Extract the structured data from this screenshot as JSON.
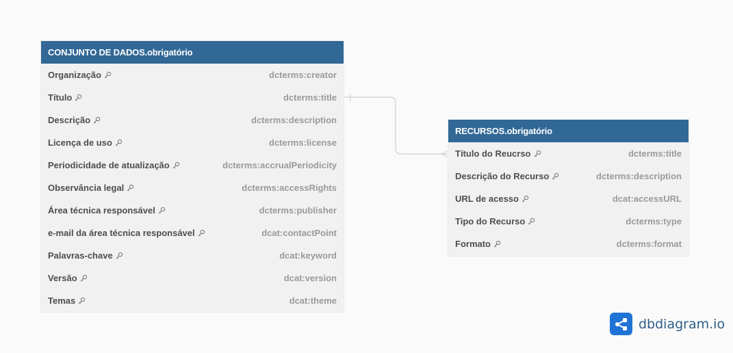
{
  "tables": [
    {
      "title": "CONJUNTO DE DADOS.obrigatório",
      "fields": [
        {
          "name": "Organização",
          "type": "dcterms:creator"
        },
        {
          "name": "Título",
          "type": "dcterms:title"
        },
        {
          "name": "Descrição",
          "type": "dcterms:description"
        },
        {
          "name": "Licença de uso",
          "type": "dcterms:license"
        },
        {
          "name": "Periodicidade de atualização",
          "type": "dcterms:accrualPeriodicity"
        },
        {
          "name": "Observância legal",
          "type": "dcterms:accessRights"
        },
        {
          "name": "Área técnica responsável",
          "type": "dcterms:publisher"
        },
        {
          "name": "e-mail da área técnica responsável",
          "type": "dcat:contactPoint"
        },
        {
          "name": "Palavras-chave",
          "type": "dcat:keyword"
        },
        {
          "name": "Versão",
          "type": "dcat:version"
        },
        {
          "name": "Temas",
          "type": "dcat:theme"
        }
      ]
    },
    {
      "title": "RECURSOS.obrigatório",
      "fields": [
        {
          "name": "Título do Reucrso",
          "type": "dcterms:title"
        },
        {
          "name": "Descrição do Recurso",
          "type": "dcterms:description"
        },
        {
          "name": "URL de acesso",
          "type": "dcat:accessURL"
        },
        {
          "name": "Tipo do Recurso",
          "type": "dcterms:type"
        },
        {
          "name": "Formato",
          "type": "dcterms:format"
        }
      ]
    }
  ],
  "relationship": {
    "from": "CONJUNTO DE DADOS.obrigatório.Título",
    "to": "RECURSOS.obrigatório.Título do Reucrso",
    "from_end": "one",
    "to_end": "many"
  },
  "field_icon": "key-icon",
  "brand": {
    "name": "dbdiagram.io",
    "icon": "dbdiagram-logo-icon",
    "color": "#1f73d6"
  },
  "colors": {
    "header": "#316896",
    "table_bg": "#f1f1f1",
    "connector": "#cfcfcf"
  }
}
